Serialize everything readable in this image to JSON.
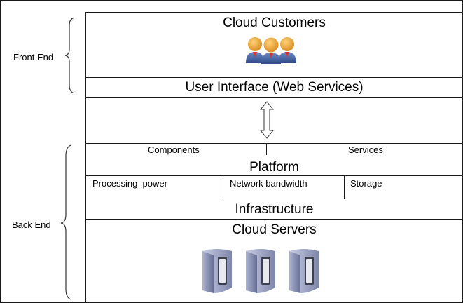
{
  "side_labels": {
    "front_end": "Front End",
    "back_end": "Back End"
  },
  "layers": {
    "customers": {
      "title": "Cloud Customers",
      "icon": "people-group-icon"
    },
    "user_interface": {
      "title": "User Interface (Web Services)"
    },
    "connector": {
      "icon": "double-arrow-icon"
    },
    "platform": {
      "title": "Platform",
      "left_label": "Components",
      "right_label": "Services"
    },
    "infrastructure": {
      "title": "Infrastructure",
      "items": [
        "Processing  power",
        "Network bandwidth",
        "Storage"
      ]
    },
    "servers": {
      "title": "Cloud Servers",
      "icon": "server-tower-icon"
    }
  },
  "colors": {
    "line": "#1a1a1a",
    "person_body": "#3f5f9e",
    "person_head": "#f0a030",
    "server": "#8e96b8"
  }
}
